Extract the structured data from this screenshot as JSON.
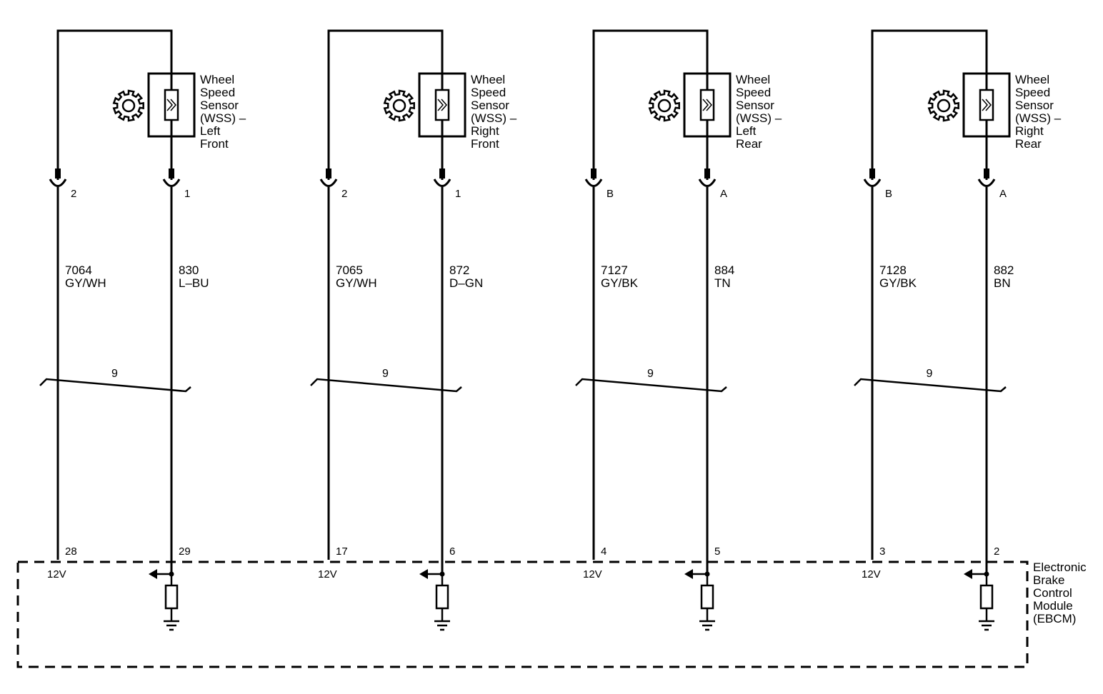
{
  "module": {
    "name_lines": [
      "Electronic",
      "Brake",
      "Control",
      "Module",
      "(EBCM)"
    ]
  },
  "channels": [
    {
      "sensor_lines": [
        "Wheel",
        "Speed",
        "Sensor",
        "(WSS) –",
        "Left",
        "Front"
      ],
      "connector_pins": [
        "2",
        "1"
      ],
      "wires": [
        {
          "circuit": "7064",
          "color": "GY/WH"
        },
        {
          "circuit": "830",
          "color": "L–BU"
        }
      ],
      "bus_count": "9",
      "module_pins": [
        "28",
        "29"
      ],
      "voltage": "12V"
    },
    {
      "sensor_lines": [
        "Wheel",
        "Speed",
        "Sensor",
        "(WSS) –",
        "Right",
        "Front"
      ],
      "connector_pins": [
        "2",
        "1"
      ],
      "wires": [
        {
          "circuit": "7065",
          "color": "GY/WH"
        },
        {
          "circuit": "872",
          "color": "D–GN"
        }
      ],
      "bus_count": "9",
      "module_pins": [
        "17",
        "6"
      ],
      "voltage": "12V"
    },
    {
      "sensor_lines": [
        "Wheel",
        "Speed",
        "Sensor",
        "(WSS) –",
        "Left",
        "Rear"
      ],
      "connector_pins": [
        "B",
        "A"
      ],
      "wires": [
        {
          "circuit": "7127",
          "color": "GY/BK"
        },
        {
          "circuit": "884",
          "color": "TN"
        }
      ],
      "bus_count": "9",
      "module_pins": [
        "4",
        "5"
      ],
      "voltage": "12V"
    },
    {
      "sensor_lines": [
        "Wheel",
        "Speed",
        "Sensor",
        "(WSS) –",
        "Right",
        "Rear"
      ],
      "connector_pins": [
        "B",
        "A"
      ],
      "wires": [
        {
          "circuit": "7128",
          "color": "GY/BK"
        },
        {
          "circuit": "882",
          "color": "BN"
        }
      ],
      "bus_count": "9",
      "module_pins": [
        "3",
        "2"
      ],
      "voltage": "12V"
    }
  ],
  "icons": {
    "sensor": "gear-icon",
    "ground": "ground-icon",
    "resistor": "resistor-icon",
    "arrow": "arrow-left-icon"
  },
  "colors": {
    "line": "#000000",
    "background": "#ffffff"
  }
}
